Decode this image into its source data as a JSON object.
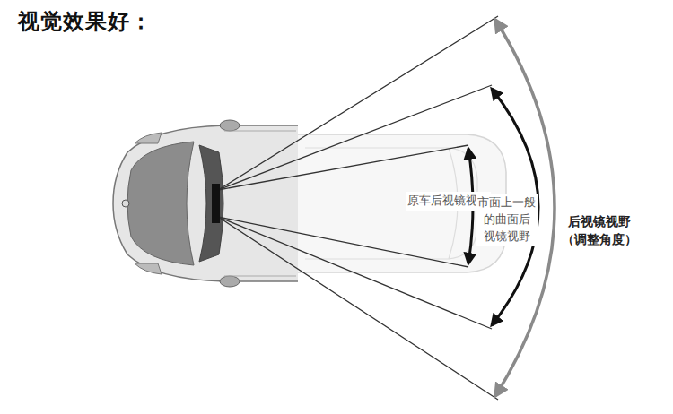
{
  "diagram": {
    "title": "视觉效果好：",
    "labels": [
      "原车后视镜视野",
      "市面上一般 的曲面后 视镜视野",
      "后视镜视野 （调整角度）"
    ]
  }
}
